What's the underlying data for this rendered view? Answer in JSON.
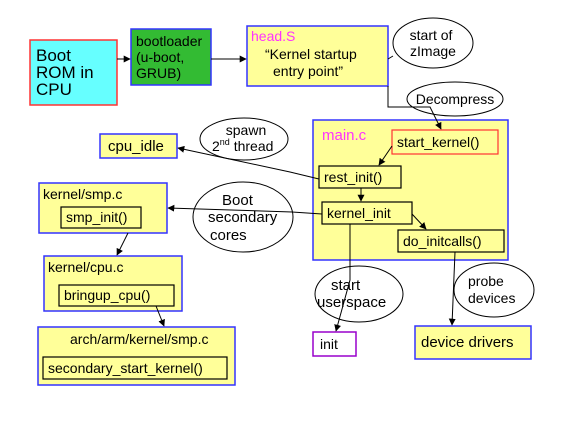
{
  "colors": {
    "yellow_fill": "#ffff99",
    "blue_border": "#3333ff",
    "cyan_fill": "#66ffff",
    "red_border": "#ff3333",
    "green_fill": "#33bb33",
    "magenta_text": "#ff33ff",
    "purple_border": "#9900cc"
  },
  "nodes": {
    "boot_rom": [
      "Boot",
      "ROM in",
      "CPU"
    ],
    "bootloader": [
      "bootloader",
      "(u-boot,",
      "GRUB)"
    ],
    "head_s": {
      "title": "head.S",
      "lines": [
        "“Kernel startup",
        "entry point”"
      ]
    },
    "main_c": {
      "title": "main.c",
      "start_kernel": "start_kernel()",
      "rest_init": "rest_init()",
      "kernel_init": "kernel_init",
      "do_initcalls": "do_initcalls()"
    },
    "cpu_idle": "cpu_idle",
    "kernel_smp": {
      "title": "kernel/smp.c",
      "func": "smp_init()"
    },
    "kernel_cpu": {
      "title": "kernel/cpu.c",
      "func": "bringup_cpu()"
    },
    "arch_arm_smp": {
      "title": "arch/arm/kernel/smp.c",
      "func": "secondary_start_kernel()"
    },
    "init": "init",
    "device_drivers": "device drivers"
  },
  "annotations": {
    "start_of_zimage": [
      "start of",
      "zImage"
    ],
    "decompress": "Decompress",
    "spawn_thread": {
      "line1": "spawn",
      "line2_pre": "2",
      "line2_sup": "nd",
      "line2_post": " thread"
    },
    "boot_secondary": [
      "Boot",
      "secondary",
      "cores"
    ],
    "start_userspace": [
      "start",
      "userspace"
    ],
    "probe_devices": [
      "probe",
      "devices"
    ]
  }
}
